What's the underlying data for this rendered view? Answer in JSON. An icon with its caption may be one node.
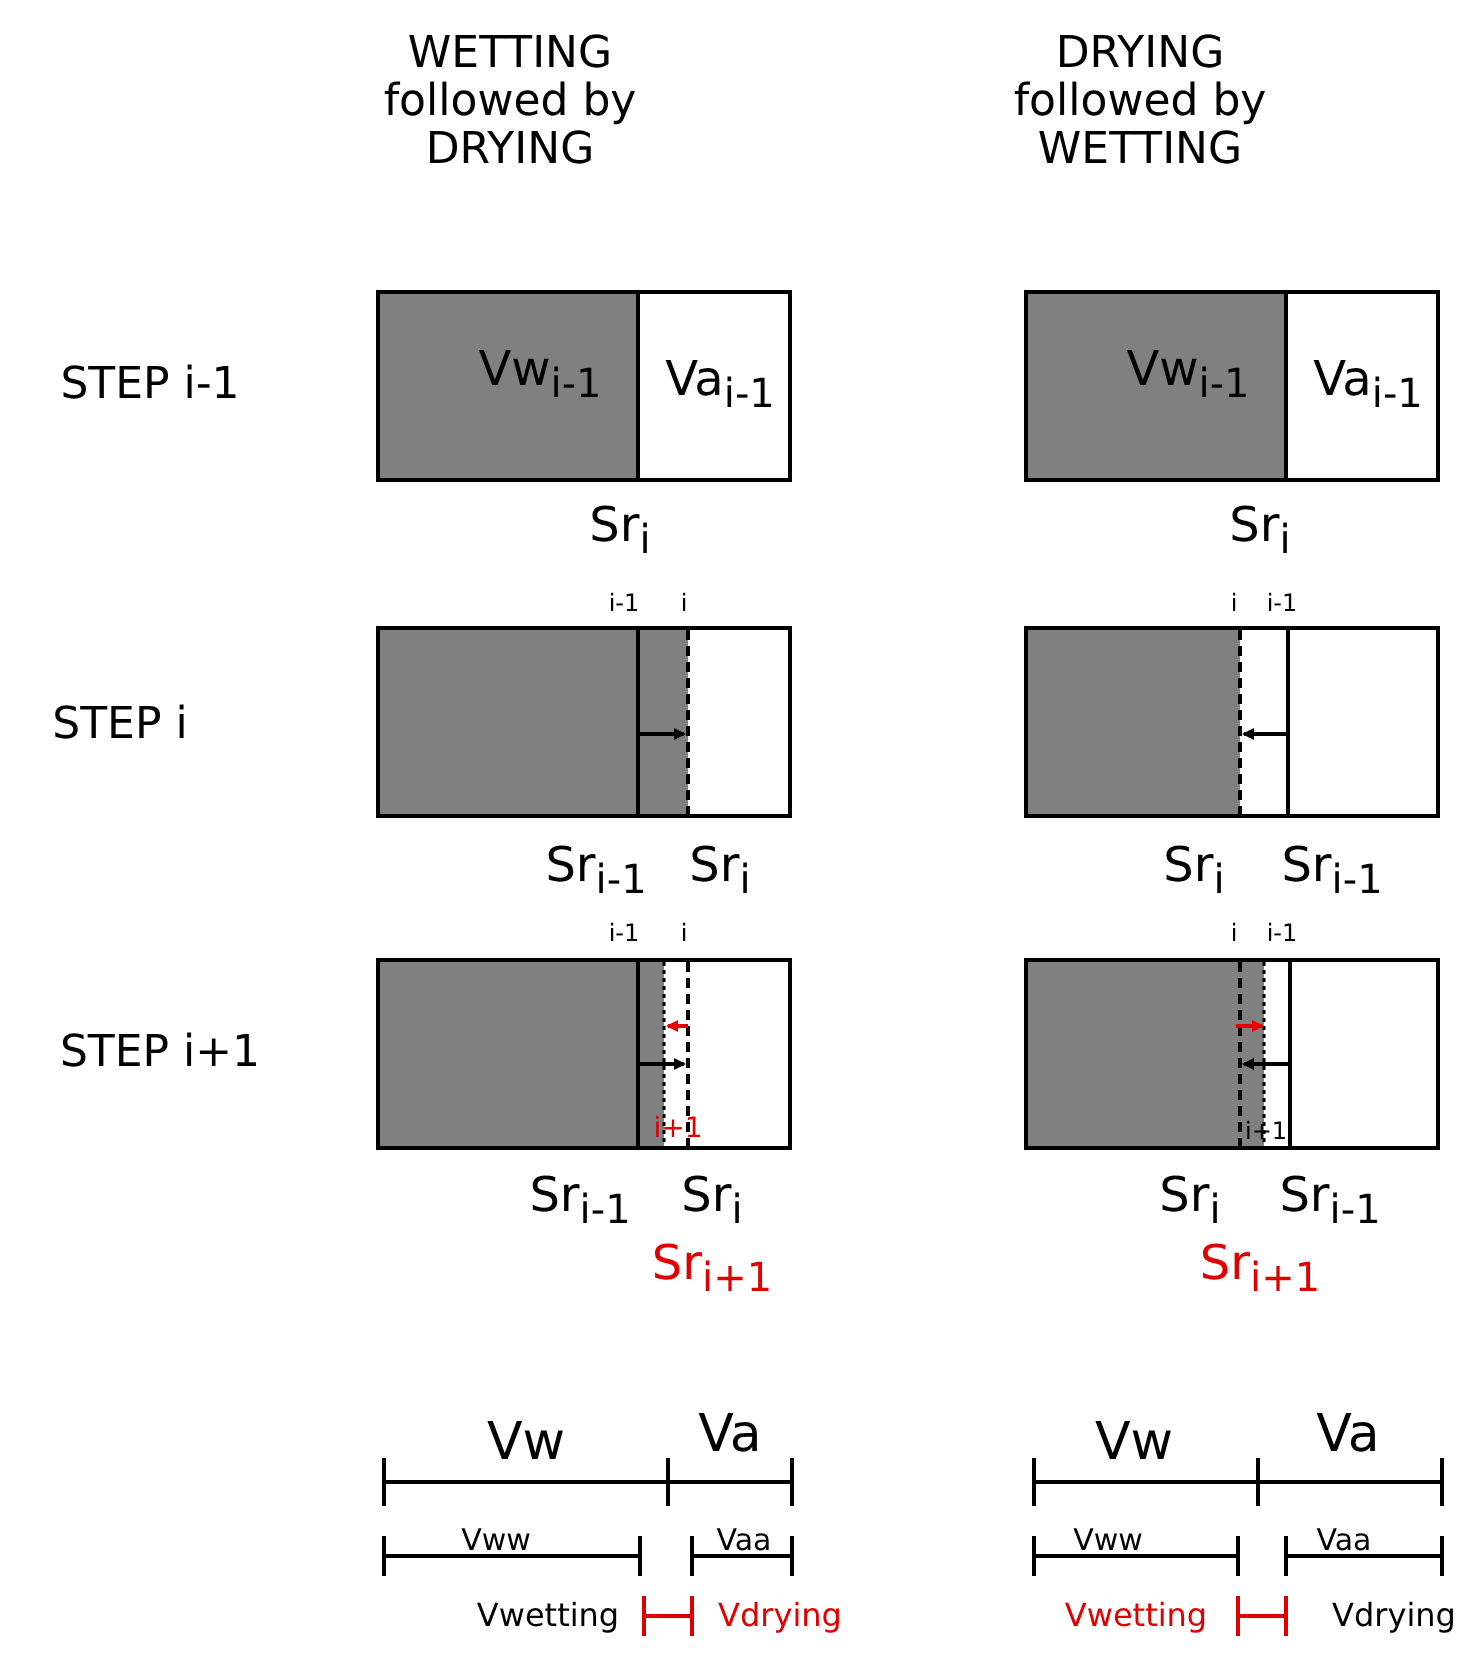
{
  "diagram": {
    "nodes": [
      {
        "text": [
          "Vw$_{i-1}$"
        ]
      },
      {
        "text": [
          "Va$_{i-1}$"
        ]
      },
      {
        "text": [
          "Vw$_{i-1}$"
        ]
      },
      {
        "text": [
          "Va$_{i-1}$"
        ]
      },
      {
        "text": [],
        "shape": "box"
      },
      {
        "text": [],
        "shape": "box"
      },
      {
        "text": [],
        "shape": "box"
      },
      {
        "text": [],
        "shape": "box"
      }
    ],
    "edges": [],
    "labels": [
      "WETTING followed by DRYING",
      "DRYING followed by WETTING",
      "STEP i-1",
      "Sr$_{i}$",
      "Sr$_{i}$",
      "STEP i",
      "i-1",
      "i",
      "i",
      "i-1",
      "Sr$_{i-1}$",
      "Sr$_{i}$",
      "Sr$_{i}$",
      "Sr$_{i-1}$",
      "STEP i+1",
      "i-1",
      "i",
      "i",
      "i-1",
      "i+1",
      "i+1",
      "Sr$_{i-1}$",
      "Sr$_{i}$",
      "Sr$_{i}$",
      "Sr$_{i-1}$",
      "Sr$_{i+1}$",
      "Sr$_{i+1}$",
      "Vw",
      "Va",
      "Vw",
      "Va",
      "Vww",
      "Vaa",
      "Vww",
      "Vaa",
      "Vwetting",
      "Vdrying",
      "Vwetting",
      "Vdrying"
    ]
  }
}
